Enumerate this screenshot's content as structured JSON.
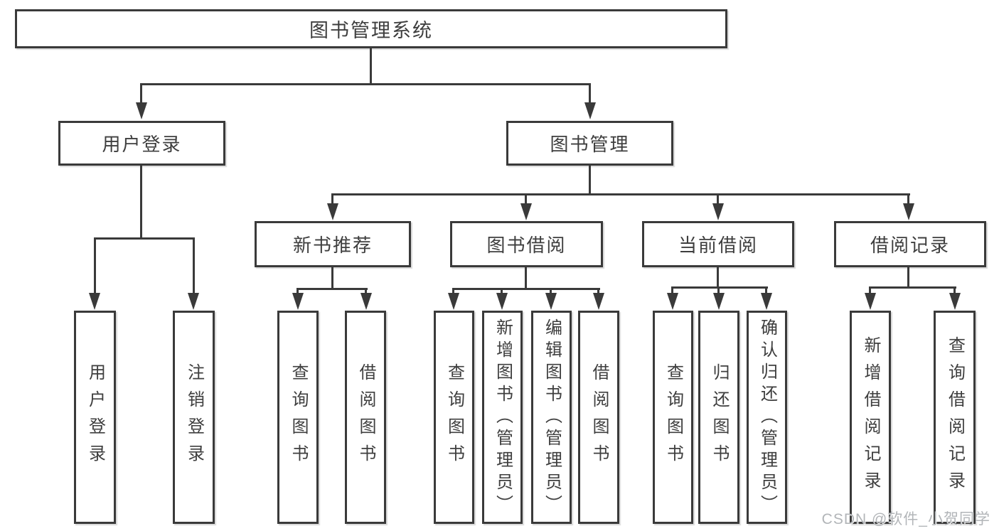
{
  "tree": {
    "label": "图书管理系统",
    "children": [
      {
        "label": "用户登录",
        "children": [
          {
            "label": "用户登录"
          },
          {
            "label": "注销登录"
          }
        ]
      },
      {
        "label": "图书管理",
        "children": [
          {
            "label": "新书推荐",
            "children": [
              {
                "label": "查询图书"
              },
              {
                "label": "借阅图书"
              }
            ]
          },
          {
            "label": "图书借阅",
            "children": [
              {
                "label": "查询图书"
              },
              {
                "label": "新增图书（管理员）"
              },
              {
                "label": "编辑图书（管理员）"
              },
              {
                "label": "借阅图书"
              }
            ]
          },
          {
            "label": "当前借阅",
            "children": [
              {
                "label": "查询图书"
              },
              {
                "label": "归还图书"
              },
              {
                "label": "确认归还（管理员）"
              }
            ]
          },
          {
            "label": "借阅记录",
            "children": [
              {
                "label": "新增借阅记录"
              },
              {
                "label": "查询借阅记录"
              }
            ]
          }
        ]
      }
    ]
  },
  "watermark": {
    "text": "CSDN @软件_小贺同学"
  },
  "colors": {
    "line": "#3a3a3a",
    "text": "#3e3e3e",
    "background": "#ffffff",
    "watermark": "#b2b5b8"
  }
}
